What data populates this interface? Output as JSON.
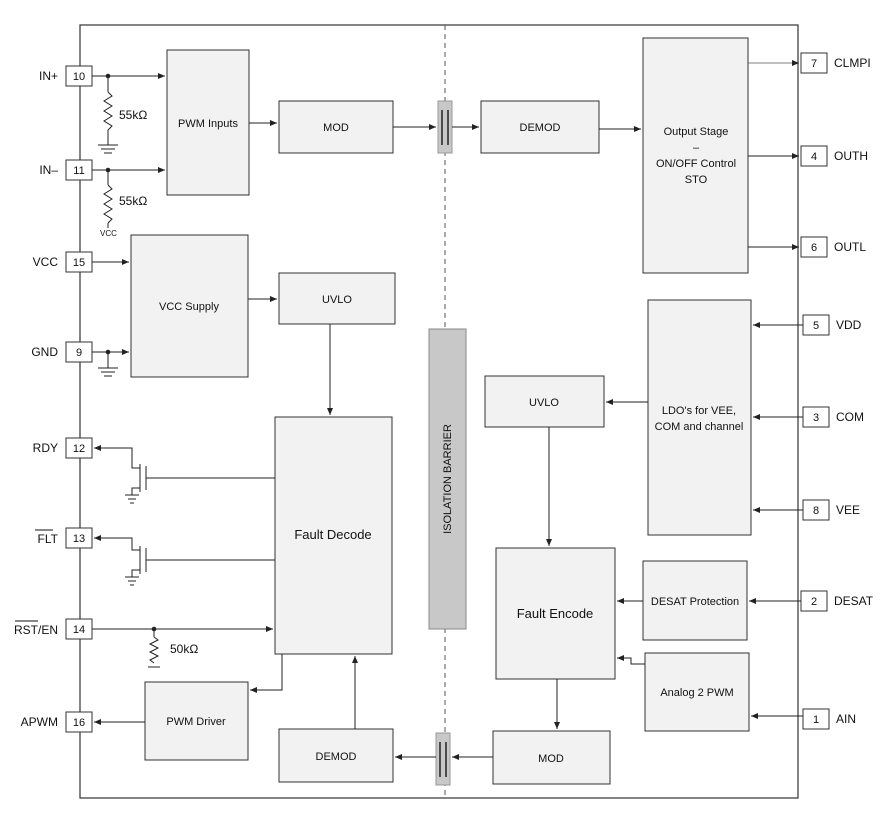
{
  "blocks": {
    "pwm_inputs": "PWM Inputs",
    "mod_top": "MOD",
    "demod_top": "DEMOD",
    "output_stage": [
      "Output Stage",
      "–",
      "ON/OFF Control",
      "STO"
    ],
    "vcc_supply": "VCC Supply",
    "uvlo_left": "UVLO",
    "uvlo_right": "UVLO",
    "ldo": [
      "LDO's for VEE,",
      "COM and channel"
    ],
    "isolation_barrier": "ISOLATION BARRIER",
    "fault_decode": "Fault Decode",
    "fault_encode": "Fault Encode",
    "desat_protection": "DESAT Protection",
    "analog_2_pwm": "Analog 2 PWM",
    "pwm_driver": "PWM Driver",
    "demod_bottom": "DEMOD",
    "mod_bottom": "MOD"
  },
  "left_pins": [
    {
      "num": "10",
      "name": "IN+"
    },
    {
      "num": "11",
      "name": "IN–"
    },
    {
      "num": "15",
      "name": "VCC"
    },
    {
      "num": "9",
      "name": "GND"
    },
    {
      "num": "12",
      "name": "RDY"
    },
    {
      "num": "13",
      "name": "FLT"
    },
    {
      "num": "14",
      "name": "RST/EN"
    },
    {
      "num": "16",
      "name": "APWM"
    }
  ],
  "right_pins": [
    {
      "num": "7",
      "name": "CLMPI"
    },
    {
      "num": "4",
      "name": "OUTH"
    },
    {
      "num": "6",
      "name": "OUTL"
    },
    {
      "num": "5",
      "name": "VDD"
    },
    {
      "num": "3",
      "name": "COM"
    },
    {
      "num": "8",
      "name": "VEE"
    },
    {
      "num": "2",
      "name": "DESAT"
    },
    {
      "num": "1",
      "name": "AIN"
    }
  ],
  "resistors": {
    "r_in_plus": "55kΩ",
    "r_in_minus": "55kΩ",
    "r_in_minus_rail": "VCC",
    "r_rst": "50kΩ"
  }
}
